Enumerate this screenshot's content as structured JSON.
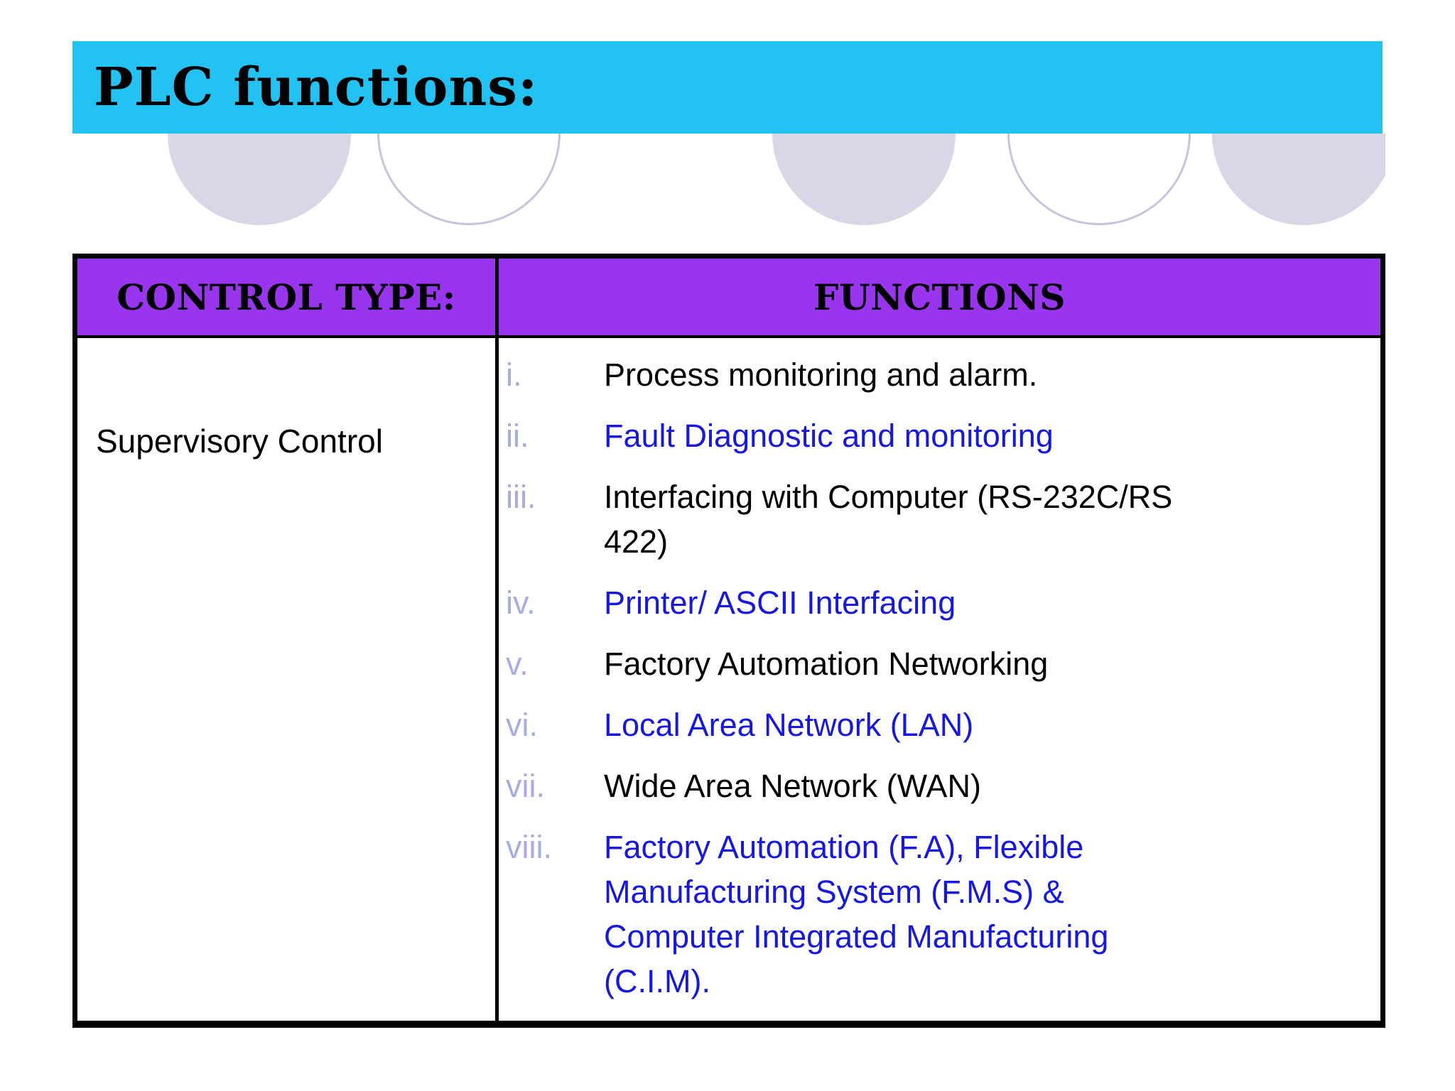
{
  "title": "PLC functions:",
  "table": {
    "headers": [
      "CONTROL TYPE:",
      "FUNCTIONS"
    ],
    "rows": [
      {
        "control_type": "Supervisory Control",
        "functions": [
          {
            "numeral": "i.",
            "color": "black",
            "lines": [
              "Process monitoring and alarm."
            ]
          },
          {
            "numeral": "ii.",
            "color": "blue",
            "lines": [
              "Fault Diagnostic and monitoring"
            ]
          },
          {
            "numeral": "iii.",
            "color": "black",
            "lines": [
              "Interfacing with Computer (RS-232C/RS",
              "422)"
            ]
          },
          {
            "numeral": "iv.",
            "color": "blue",
            "lines": [
              "Printer/ ASCII Interfacing"
            ]
          },
          {
            "numeral": "v.",
            "color": "black",
            "lines": [
              "Factory Automation Networking"
            ]
          },
          {
            "numeral": "vi.",
            "color": "blue",
            "lines": [
              "Local Area Network (LAN)"
            ]
          },
          {
            "numeral": "vii.",
            "color": "black",
            "lines": [
              "Wide Area Network (WAN)"
            ]
          },
          {
            "numeral": "viii.",
            "color": "blue",
            "lines": [
              "Factory Automation (F.A), Flexible",
              "Manufacturing System (F.M.S) &",
              "Computer Integrated Manufacturing",
              "(C.I.M)."
            ]
          }
        ]
      }
    ]
  },
  "decor": {
    "circles": [
      "filled",
      "outline",
      "filled",
      "outline",
      "filled"
    ]
  },
  "colors": {
    "banner": "#22C3F3",
    "headerBg": "#9935EF",
    "blue": "#1717E3",
    "numeral": "#A9ABE5",
    "circleFill": "#D9D6E8",
    "circleStroke": "#C7C4DB",
    "ink": "#000000",
    "tableBorder": "#000000"
  }
}
